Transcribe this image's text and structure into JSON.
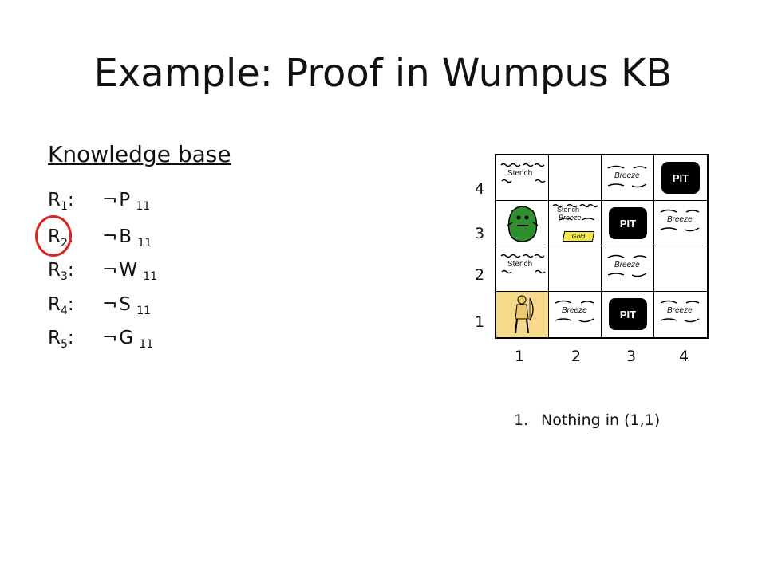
{
  "title": "Example: Proof in Wumpus KB",
  "kb_heading": "Knowledge base",
  "rules": [
    {
      "label": "R",
      "index": "1",
      "colon": ":",
      "neg": "¬",
      "symbol": "P",
      "sub": "11"
    },
    {
      "label": "R",
      "index": "2",
      "colon": ":",
      "neg": "¬",
      "symbol": "B",
      "sub": "11"
    },
    {
      "label": "R",
      "index": "3",
      "colon": ":",
      "neg": "¬",
      "symbol": "W",
      "sub": "11"
    },
    {
      "label": "R",
      "index": "4",
      "colon": ":",
      "neg": "¬",
      "symbol": "S",
      "sub": "11"
    },
    {
      "label": "R",
      "index": "5",
      "colon": ":",
      "neg": "¬",
      "symbol": "G",
      "sub": "11"
    }
  ],
  "highlighted_rule": "R2",
  "highlight_color": "#d22222",
  "board": {
    "row_labels": [
      "4",
      "3",
      "2",
      "1"
    ],
    "col_labels": [
      "1",
      "2",
      "3",
      "4"
    ],
    "pit_text": "PIT",
    "breeze_text": "Breeze",
    "stench_text": "Stench",
    "gold_text": "Gold",
    "agent_cell_color": "#f6d98a",
    "gold_color": "#f4e84a"
  },
  "note": {
    "number": "1.",
    "text": "Nothing in (1,1)"
  }
}
